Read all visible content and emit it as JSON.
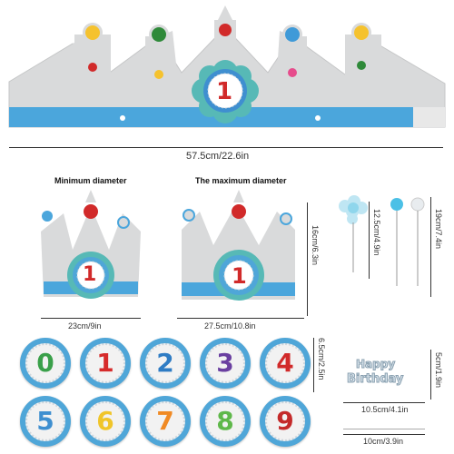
{
  "dimensions": {
    "crown_length": "57.5cm/22.6in",
    "min_width": "23cm/9in",
    "max_width": "27.5cm/10.8in",
    "crown_height": "16cm/6.3in",
    "ball_topper_height": "12.5cm/4.9in",
    "pick_height": "19cm/7.4in",
    "badge_diameter": "6.5cm/2.5in",
    "topper_height": "5cm/1.9in",
    "topper_width": "10.5cm/4.1in",
    "stick_length": "10cm/3.9in"
  },
  "headings": {
    "minimum": "Minimum diameter",
    "maximum": "The maximum diameter"
  },
  "crown_badge_number": "1",
  "number_badges": [
    {
      "value": "0",
      "color": "#3aa04a"
    },
    {
      "value": "1",
      "color": "#d62b2b"
    },
    {
      "value": "2",
      "color": "#2f7cc4"
    },
    {
      "value": "3",
      "color": "#6a3fa0"
    },
    {
      "value": "4",
      "color": "#d12a2a"
    },
    {
      "value": "5",
      "color": "#3f8fd0"
    },
    {
      "value": "6",
      "color": "#f0c52a"
    },
    {
      "value": "7",
      "color": "#f08a24"
    },
    {
      "value": "8",
      "color": "#5fb84a"
    },
    {
      "value": "9",
      "color": "#c42a2a"
    }
  ],
  "topper": {
    "line1": "Happy",
    "line2": "Birthday"
  },
  "colors": {
    "felt_gray": "#d9dadb",
    "band_blue": "#4ba6dc",
    "dot_yellow": "#f5c22e",
    "dot_green": "#2f8a3a",
    "dot_red": "#d12a2a",
    "dot_blue": "#3f9ad8",
    "dot_pink": "#e64c8c"
  }
}
